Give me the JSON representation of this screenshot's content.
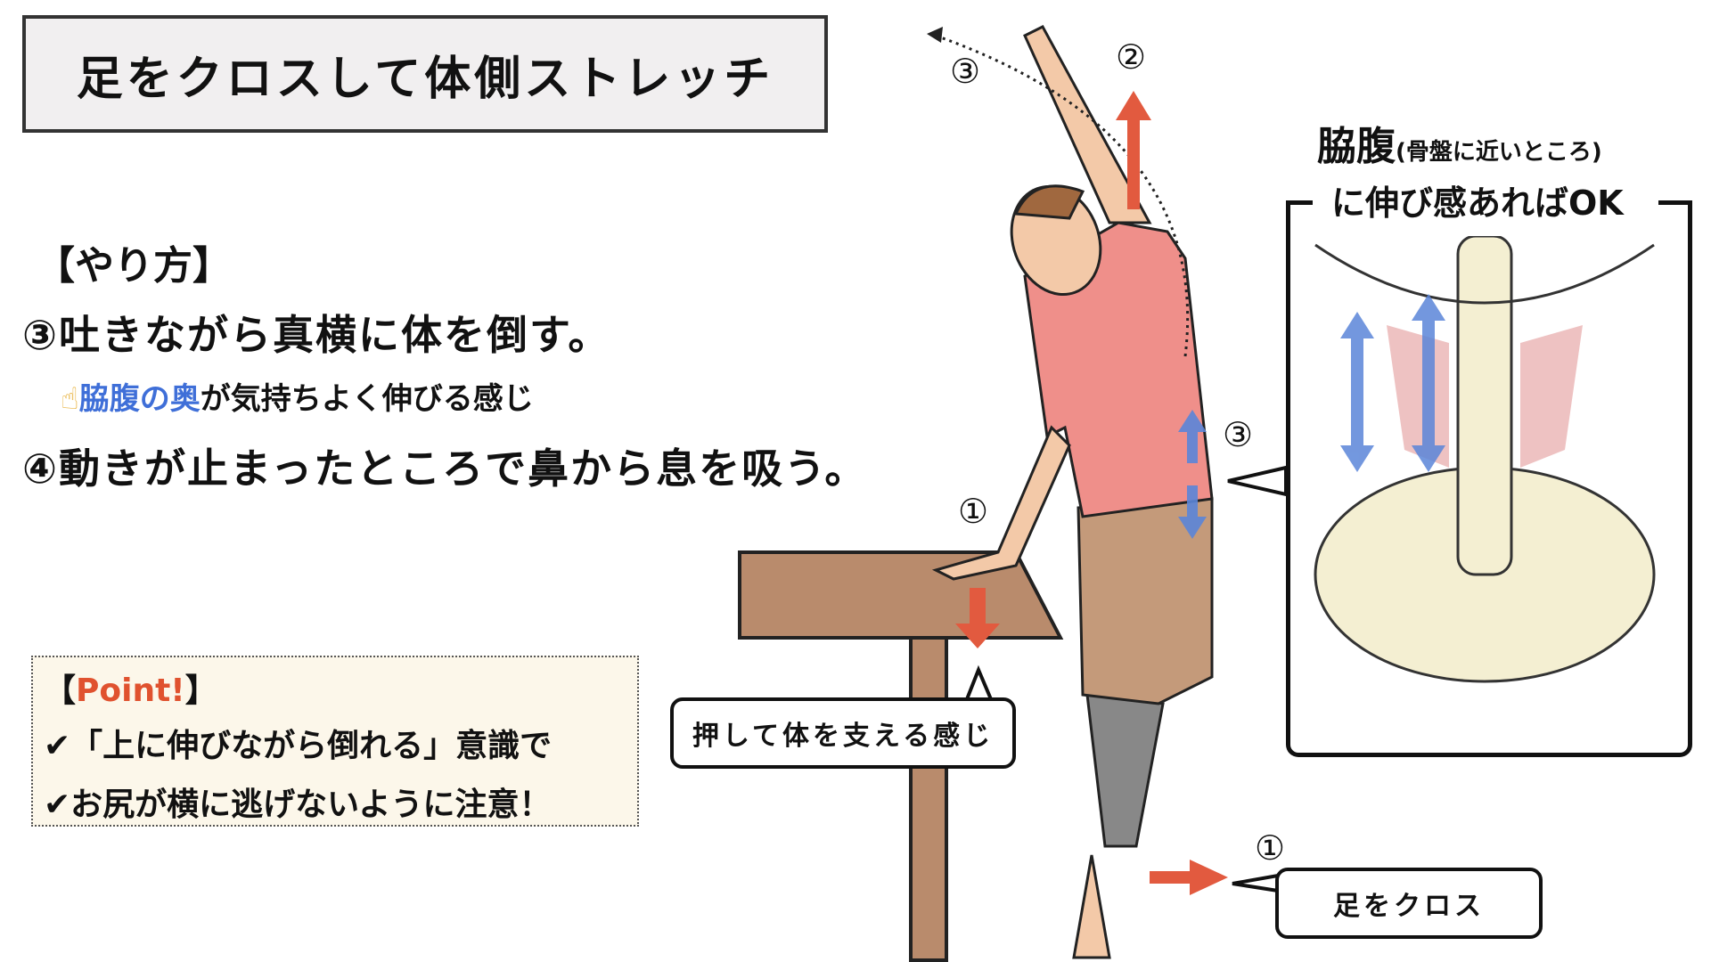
{
  "title": "足をクロスして体側ストレッチ",
  "method": {
    "heading": "【やり方】",
    "step3": "③吐きながら真横に体を倒す。",
    "tip_icon": "☝",
    "tip_highlight": "脇腹の奥",
    "tip_rest": "が気持ちよく伸びる感じ",
    "step4": "④動きが止まったところで鼻から息を吸う。"
  },
  "point": {
    "open": "【",
    "label": "Point!",
    "close": "】",
    "items": [
      "✔「上に伸びながら倒れる」意識で",
      "✔お尻が横に逃げないように注意！"
    ]
  },
  "callouts": {
    "table_push": "押して体を支える感じ",
    "cross_legs": "足をクロス"
  },
  "panel": {
    "heading_main": "脇腹",
    "heading_sub": "(骨盤に近いところ)",
    "heading_line2": "に伸び感あればOK"
  },
  "markers": {
    "m3_top": "③",
    "m2": "②",
    "m3_side": "③",
    "m1_hand": "①",
    "m1_foot": "①"
  },
  "colors": {
    "red_arrow": "#e25a3f",
    "blue_arrow": "#5b86d9",
    "shirt": "#ef8f8a",
    "shorts": "#c49a7a",
    "table": "#b98b6c"
  }
}
